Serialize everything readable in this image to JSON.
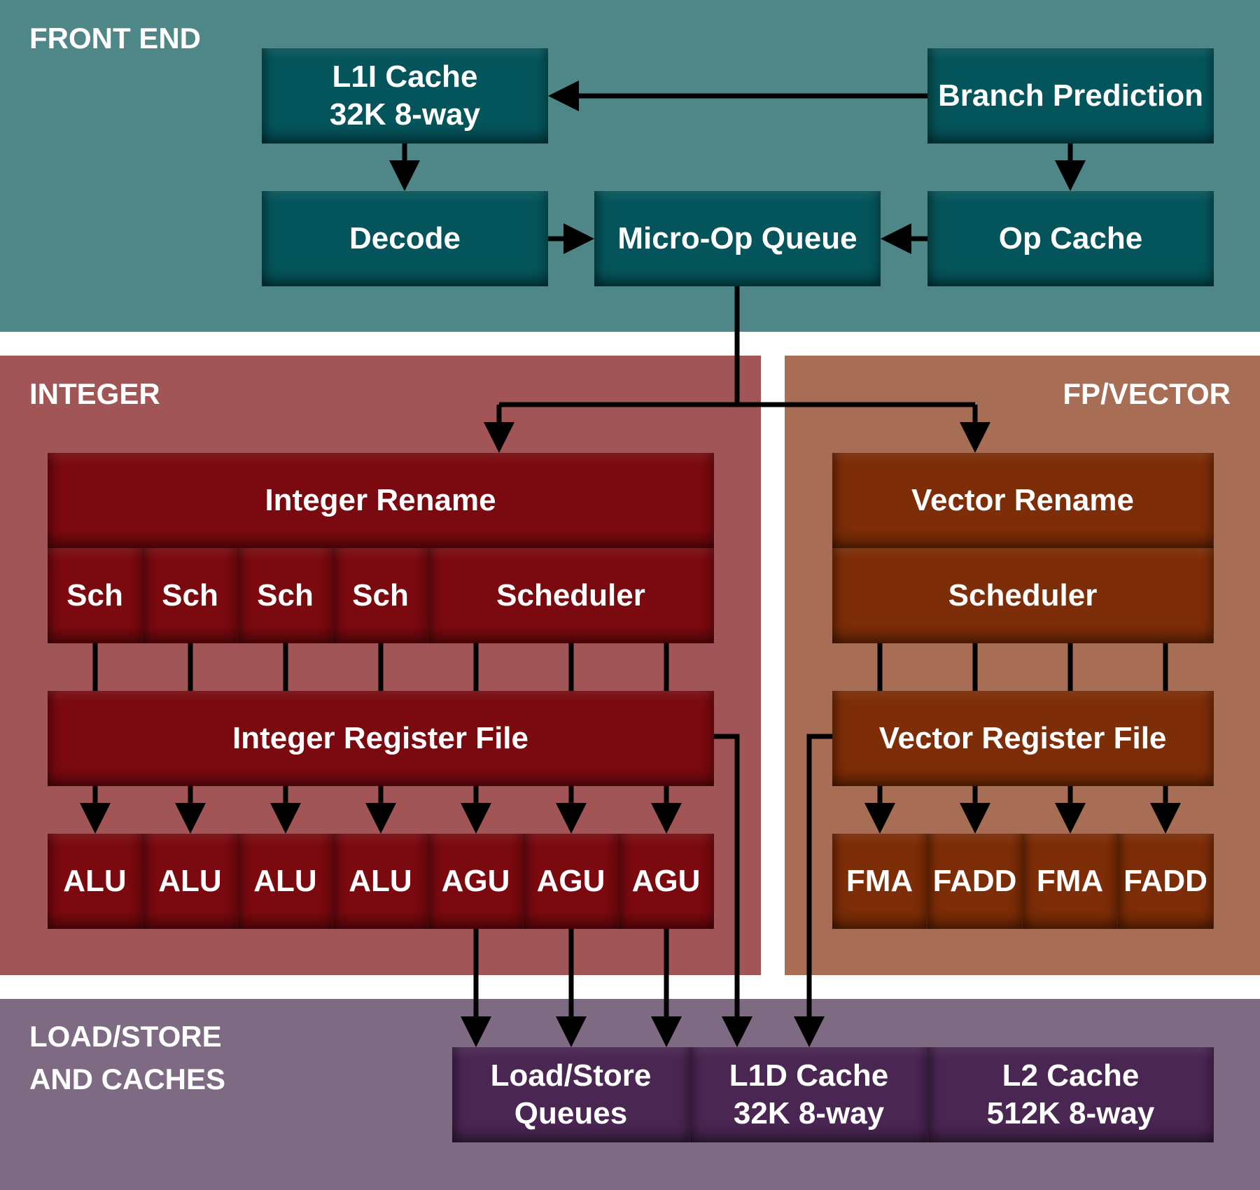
{
  "colors": {
    "front_end_bg": "#4f8789",
    "integer_bg": "#a25557",
    "fp_vector_bg": "#a76e55",
    "load_store_bg": "#7f6a84",
    "front_end_block": "#04555b",
    "integer_block": "#7a0a10",
    "fp_block": "#7d2d07",
    "load_store_block": "#4a2652",
    "arrow": "#000000",
    "text": "#ffffff"
  },
  "regions": {
    "front_end": {
      "label": "FRONT END",
      "blocks": {
        "l1i_cache": "L1I Cache\n32K 8-way",
        "branch_prediction": "Branch Prediction",
        "decode": "Decode",
        "micro_op_queue": "Micro-Op Queue",
        "op_cache": "Op Cache"
      }
    },
    "integer": {
      "label": "INTEGER",
      "rename": "Integer Rename",
      "schedulers": [
        "Sch",
        "Sch",
        "Sch",
        "Sch",
        "Scheduler"
      ],
      "register_file": "Integer Register File",
      "units": [
        "ALU",
        "ALU",
        "ALU",
        "ALU",
        "AGU",
        "AGU",
        "AGU"
      ]
    },
    "fp_vector": {
      "label": "FP/VECTOR",
      "rename": "Vector Rename",
      "scheduler": "Scheduler",
      "register_file": "Vector Register File",
      "units": [
        "FMA",
        "FADD",
        "FMA",
        "FADD"
      ]
    },
    "load_store": {
      "label": "LOAD/STORE\nAND CACHES",
      "blocks": {
        "load_store_queues": "Load/Store\nQueues",
        "l1d_cache": "L1D Cache\n32K 8-way",
        "l2_cache": "L2 Cache\n512K 8-way"
      }
    }
  }
}
